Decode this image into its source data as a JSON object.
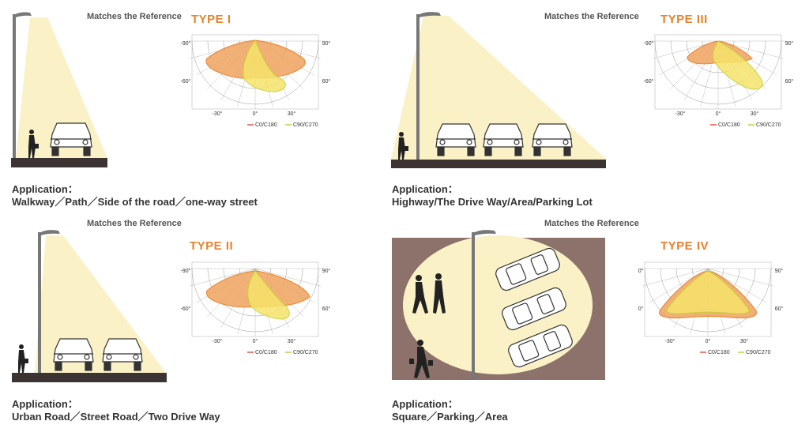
{
  "reference_note": "Matches the Reference",
  "legend": {
    "c0": "C0/C180",
    "c90": "C90/C270"
  },
  "colors": {
    "orange_fill": "#f0a868",
    "orange_stroke": "#e8812a",
    "yellow_fill": "#f6e36a",
    "yellow_stroke": "#c8d23a",
    "red_line": "#e8463a",
    "green_line": "#b5d33a",
    "beam": "#fbf1c6",
    "ground": "#3c3432",
    "plaza": "#8c726a"
  },
  "angle_labels": {
    "left_top": "-90°",
    "right_top": "90°",
    "left_mid": "-60°",
    "right_mid": "60°",
    "left_bottom": "-30°",
    "center_bottom": "0°",
    "right_bottom": "30°"
  },
  "panels": [
    {
      "type": "TYPE I",
      "application_label": "Application：",
      "application": "Walkway／Path／Side  of  the  road／one-way street"
    },
    {
      "type": "TYPE III",
      "application_label": "Application：",
      "application": "Highway/The Drive Way/Area/Parking Lot"
    },
    {
      "type": "TYPE II",
      "application_label": "Application：",
      "application": "Urban  Road／Street  Road／Two  Drive Way"
    },
    {
      "type": "TYPE IV",
      "application_label": "Application：",
      "application": "Square／Parking／Area"
    }
  ]
}
